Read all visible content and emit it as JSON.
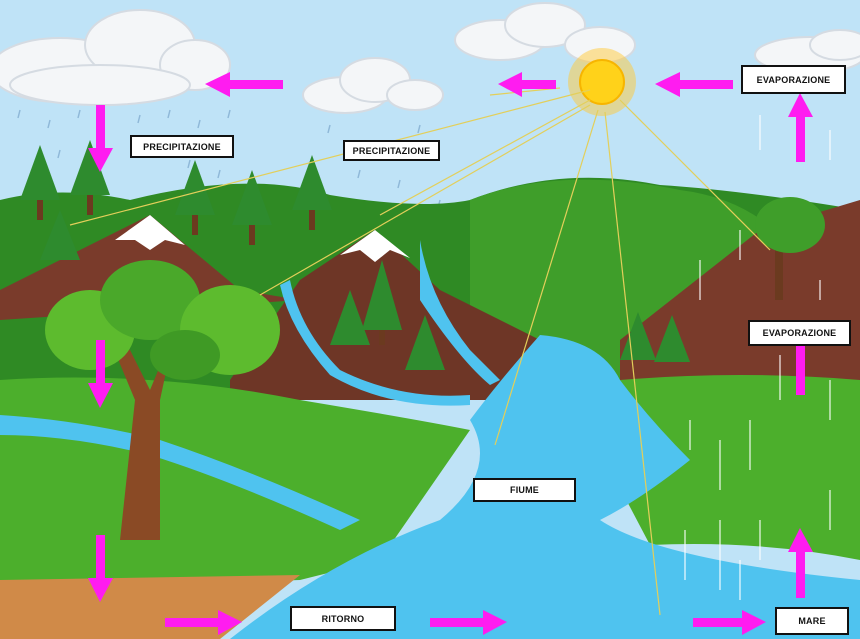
{
  "labels": {
    "precipitation_1": "PRECIPITAZIONE",
    "precipitation_2": "PRECIPITAZIONE",
    "evaporation_1": "EVAPORAZIONE",
    "evaporation_2": "EVAPORAZIONE",
    "river": "FIUME",
    "return": "RITORNO",
    "sea": "MARE"
  },
  "colors": {
    "sky": "#bfe3f7",
    "arrow": "#ff1cf0",
    "water": "#4fc3ef",
    "grass": "#4caf2c",
    "mountain": "#7a3b2b",
    "sun": "#ffd21a"
  }
}
